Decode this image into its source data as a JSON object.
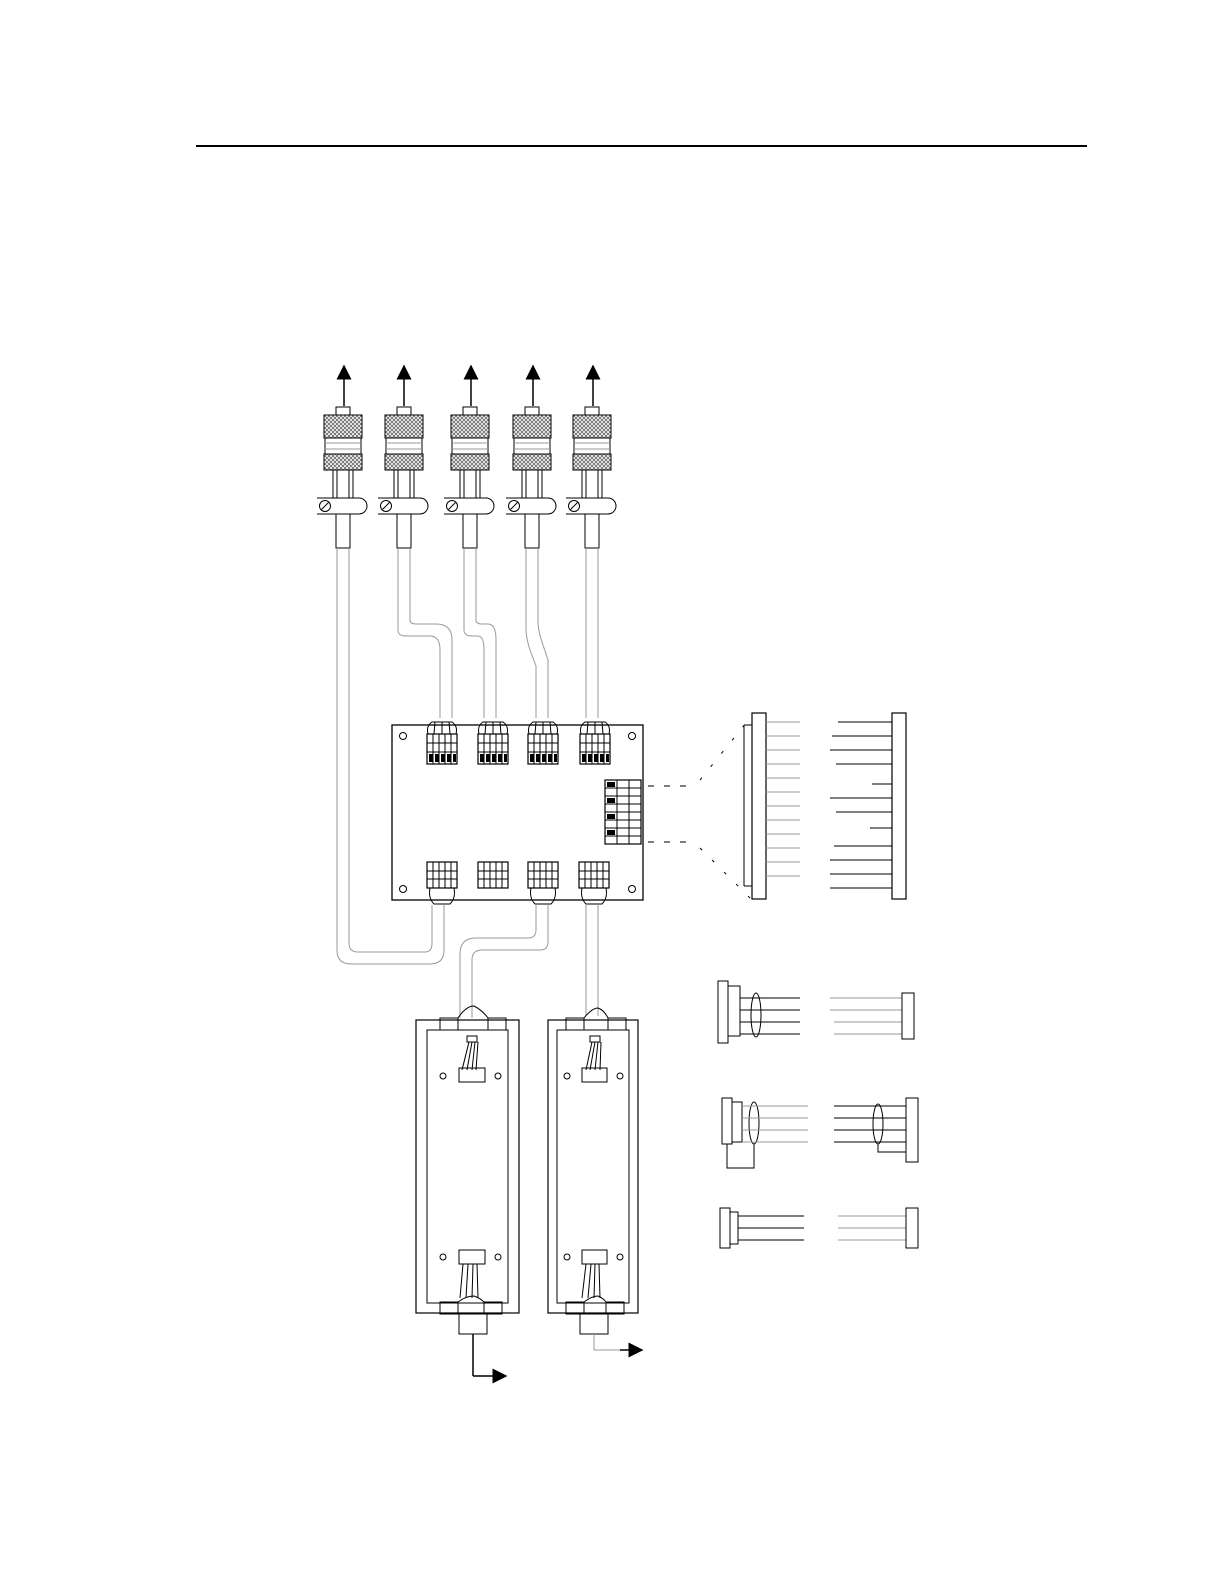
{
  "figure": {
    "type": "wiring-diagram",
    "palette": {
      "ink": "#000000",
      "paper": "#ffffff",
      "cable": "#9a9a9a",
      "knurl": "#6a6a6a"
    },
    "top_connectors": 5,
    "board_top_terminal_blocks": 4,
    "board_bottom_terminal_blocks": 4,
    "detector_modules": 2,
    "header_pinout_rows": 12,
    "cable_detail_variants": 3
  }
}
